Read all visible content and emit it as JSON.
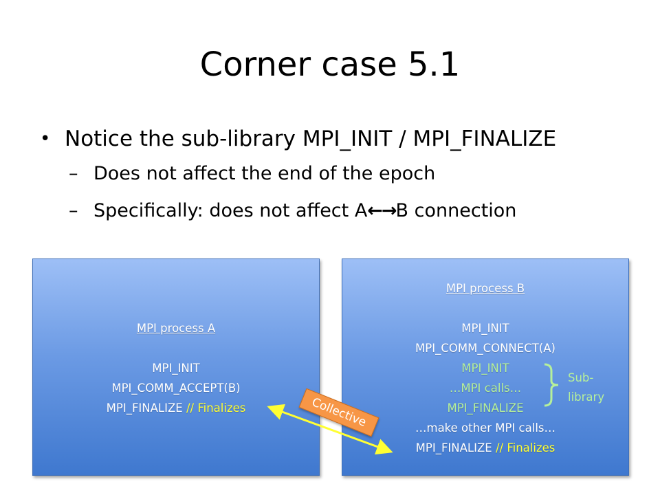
{
  "title": "Corner case 5.1",
  "bullet1": {
    "prefix": "Notice the sub-library MPI_INIT / MPI_FINALIZE"
  },
  "sub_bullets": [
    {
      "text": "Does not affect the end of the epoch"
    },
    {
      "before": "Specifically: does not affect A",
      "arrows": "←→",
      "after": "B connection"
    }
  ],
  "box_a": {
    "header": "MPI process A",
    "line1": "MPI_INIT",
    "line2": "MPI_COMM_ACCEPT(B)",
    "line3_main": "MPI_FINALIZE ",
    "line3_comment": "// Finalizes"
  },
  "box_b": {
    "header": "MPI process B",
    "line1": "MPI_INIT",
    "line2": "MPI_COMM_CONNECT(A)",
    "sub1": "MPI_INIT",
    "sub2": "…MPI calls…",
    "sub3": "MPI_FINALIZE",
    "line3": "…make other MPI calls…",
    "line4_main": "MPI_FINALIZE ",
    "line4_comment": "// Finalizes"
  },
  "sublibrary_label": [
    "Sub-",
    "library"
  ],
  "collective_label": "Collective",
  "colors": {
    "box_gradient_top": "#9dbff6",
    "box_gradient_bottom": "#3f78cf",
    "comment_yellow": "#ffff33",
    "sublibrary_green": "#b6f09a",
    "collective_orange": "#f79646"
  }
}
